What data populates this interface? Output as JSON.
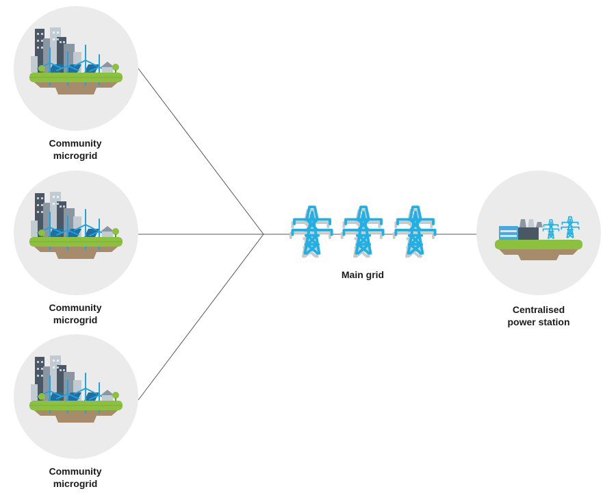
{
  "nodes": {
    "microgrid_1": {
      "line1": "Community",
      "line2": "microgrid"
    },
    "microgrid_2": {
      "line1": "Community",
      "line2": "microgrid"
    },
    "microgrid_3": {
      "line1": "Community",
      "line2": "microgrid"
    },
    "main_grid": {
      "label": "Main grid"
    },
    "power_station": {
      "line1": "Centralised",
      "line2": "power station"
    }
  },
  "colors": {
    "circle_bg": "#ebebeb",
    "connector": "#555555",
    "pylon": "#1fb0e6",
    "pylon_shadow": "#c9c9c9",
    "grass": "#8cc03f",
    "soil": "#a68c6a",
    "building_dark": "#4a5866",
    "building_mid": "#8a97a3",
    "building_light": "#c3cbd2",
    "turbine": "#1fa3dc"
  },
  "icons": {
    "microgrid": "community-microgrid-icon",
    "pylon": "transmission-pylon-icon",
    "station": "power-station-icon"
  }
}
